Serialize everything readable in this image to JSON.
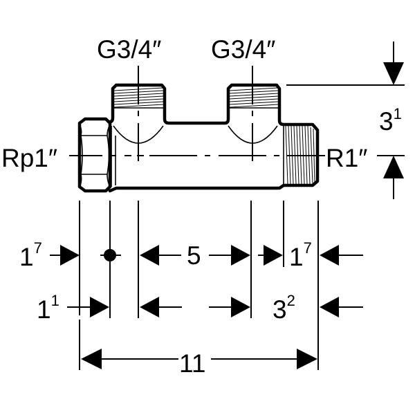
{
  "drawing": {
    "colors": {
      "line": "#000000",
      "background": "#ffffff"
    },
    "thread_labels": {
      "outlet_left": "G3/4″",
      "outlet_right": "G3/4″",
      "inlet": "Rp1″",
      "outlet_end": "R1″"
    },
    "dimensions": {
      "height_right": {
        "base": "3",
        "sup": "1"
      },
      "row1_left": {
        "base": "1",
        "sup": "7"
      },
      "row1_middle": {
        "base": "5"
      },
      "row1_right": {
        "base": "1",
        "sup": "7"
      },
      "row2_left": {
        "base": "1",
        "sup": "1"
      },
      "row2_right": {
        "base": "3",
        "sup": "2"
      },
      "overall_length": {
        "base": "11"
      }
    }
  }
}
